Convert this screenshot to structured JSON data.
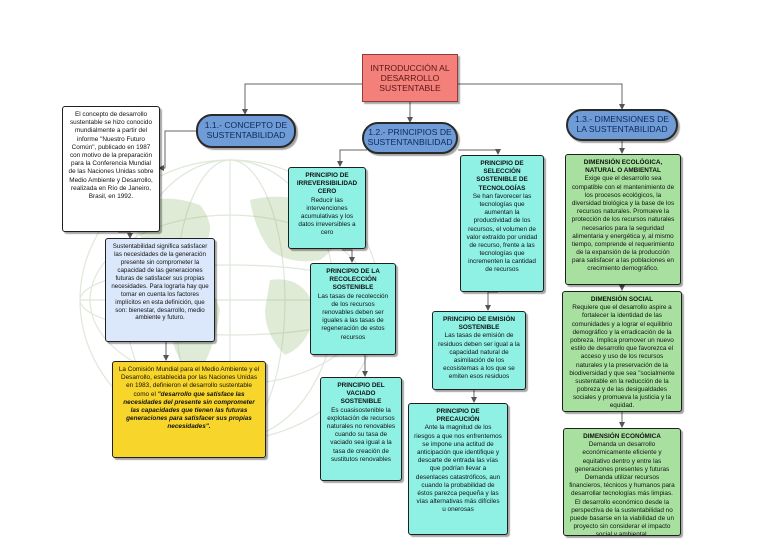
{
  "title": "INTRODUCCIÓN AL DESARROLLO SUSTENTABLE",
  "sections": {
    "concepto": "1.1.- CONCEPTO DE SUSTENTABILIDAD",
    "principios": "1.2.- PRINCIPIOS DE SUSTENTANBILIDAD",
    "dimensiones": "1.3.- DIMENSIONES DE LA SUSTENTABILIDAD"
  },
  "concepto": {
    "definicion": "El concepto de desarrollo sustentable se hizo conocido mundialmente a partir del informe \"Nuestro Futuro Común\", publicado en 1987 con motivo de la preparación para la Conferencia Mundial de las Naciones Unidas sobre Medio Ambiente y Desarrollo, realizada en Río de Janeiro, Brasil, en 1992.",
    "significado": "Sustentabilidad significa satisfacer las necesidades de la generación presente sin comprometer la capacidad de las generaciones futuras de satisfacer sus propias necesidades. Para lograrla hay que tomar en cuenta los factores implícitos en esta definición, que son: bienestar, desarrollo, medio ambiente y futuro.",
    "comision_intro": "La Comisión Mundial para el Medio Ambiente y el Desarrollo, establecida por las Naciones Unidas en 1983, definieron el desarrollo sustentable como el",
    "comision_quote": "\"desarrollo que satisface las necesidades del presente sin comprometer las capacidades que tienen las futuras generaciones para satisfacer sus propias necesidades\"."
  },
  "principios": {
    "irreversibilidad": {
      "title": "PRINCIPIO DE IRREVERSIBILIDAD CERO",
      "text": "Reducir las intervenciones acumulativas y los datos irreversibles a cero"
    },
    "recoleccion": {
      "title": "PRINCIPIO DE LA RECOLECCIÓN SOSTENIBLE",
      "text": "Las tasas de recolección de los recursos renovables deben ser iguales a las tasas de regeneración de estos recursos"
    },
    "vaciado": {
      "title": "PRINCIPIO DEL VACIADO SOSTENIBLE",
      "text": "Es cuasisostenible la explotación de recursos naturales no renovables cuando su tasa de vaciado sea igual a la tasa de creación de sustitutos renovables"
    },
    "seleccion": {
      "title": "PRINCIPIO DE SELECCIÓN SOSTENIBLE DE TECNOLOGÍAS",
      "text": "Se han favorecer las tecnologías que aumentan la productividad de los recursos, el volumen de valor extraído por unidad de recurso, frente a las tecnologías que incrementen la cantidad de recursos"
    },
    "emision": {
      "title": "PRINCIPIO DE EMISIÓN SOSTENIBLE",
      "text": "Las tasas de emisión de residuos deben ser igual a la capacidad natural de asimilación de los ecosistemas a los que se emiten esos residuos"
    },
    "precaucion": {
      "title": "PRINCIPIO DE PRECAUCIÓN",
      "text": "Ante la magnitud de los riesgos a que nos enfrentemos se impone una actitud de anticipación que identifique y descarte de entrada las vías que podrían llevar a desenlaces catastróficos, aun cuando la probabilidad de éstos parezca pequeña y las vías alternativas más difíciles u onerosas"
    }
  },
  "dimensiones": {
    "ecologica": {
      "title": "DIMENSIÓN ECOLÓGICA, NATURAL O AMBIENTAL",
      "text": "Exige que el desarrollo sea compatible con el mantenimiento de los procesos ecológicos, la diversidad biológica y la base de los recursos naturales. Promueve la protección de los recursos naturales necesarios para la seguridad alimentaria y energética y, al mismo tiempo, comprende el requerimiento de la expansión de la producción para satisfacer a las poblaciones en crecimiento demográfico."
    },
    "social": {
      "title": "DIMENSIÓN SOCIAL",
      "text": "Requiere que el desarrollo aspire a fortalecer la identidad de las comunidades y a lograr el equilibrio demográfico y la erradicación de la pobreza. Implica promover un nuevo estilo de desarrollo que favorezca el acceso y uso de los recursos naturales y la preservación de la biodiversidad y que sea \"socialmente sustentable en la reducción de la pobreza y de las desigualdades sociales y promueva la justicia y la equidad."
    },
    "economica": {
      "title": "DIMENSIÓN ECONÓMICA",
      "text": "Demanda un desarrollo económicamente eficiente y equitativo dentro y entre las generaciones presentes y futuras Demanda utilizar recursos financieros, técnicos y humanos para desarrollar tecnologías más limpias. El desarrollo económico desde la perspectiva de la sustentabilidad no puede basarse en la viabilidad de un proyecto sin considerar el impacto social y ambiental."
    }
  },
  "colors": {
    "title_fill": "#f3807b",
    "section_fill": "#6f9bd6",
    "concept_fill": "#dbe7fa",
    "principle_fill": "#8ff0e4",
    "dimension_fill": "#a8e0a0",
    "highlight_fill": "#f7d52a"
  }
}
